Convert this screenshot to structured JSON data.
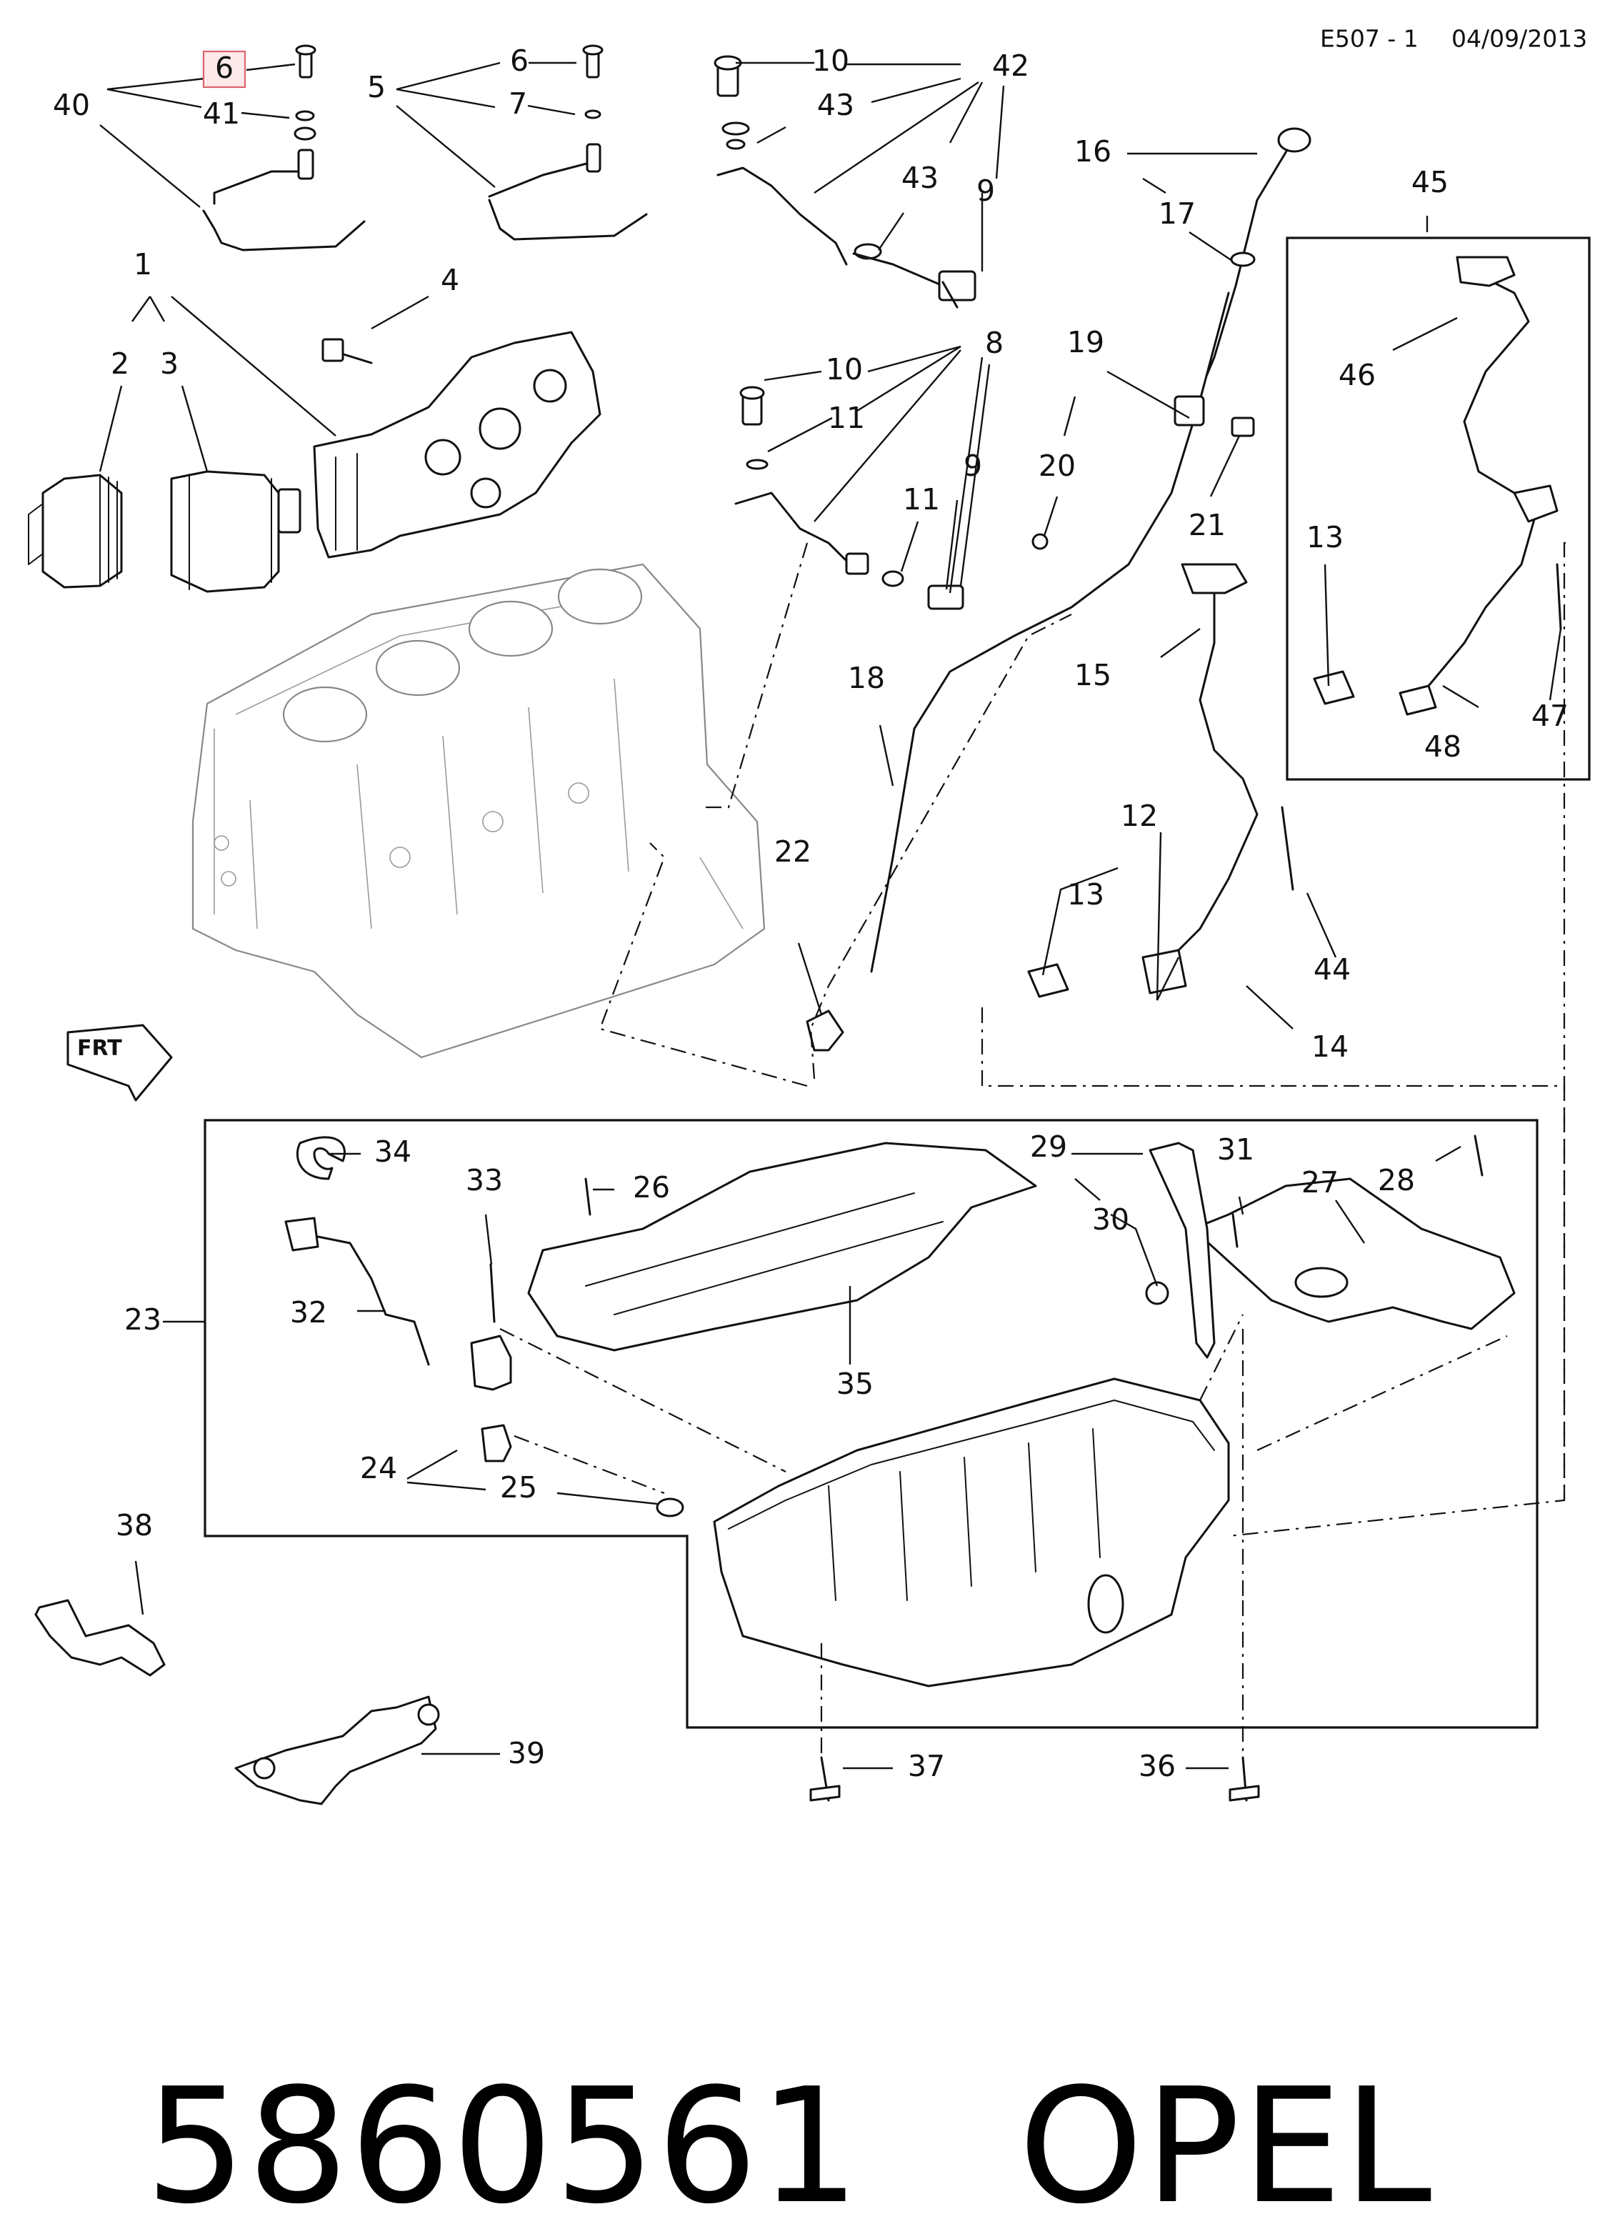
{
  "header": {
    "code": "E507 - 1",
    "date": "04/09/2013"
  },
  "footer": {
    "part_number": "5860561",
    "brand": "OPEL"
  },
  "selected_callout": "6",
  "front_marker": "FRT",
  "callouts": {
    "c1": "1",
    "c2": "2",
    "c3": "3",
    "c4": "4",
    "c5": "5",
    "c6a": "6",
    "c6b": "6",
    "c7": "7",
    "c8": "8",
    "c9a": "9",
    "c9b": "9",
    "c10a": "10",
    "c10b": "10",
    "c11a": "11",
    "c11b": "11",
    "c12": "12",
    "c13a": "13",
    "c13b": "13",
    "c14": "14",
    "c15": "15",
    "c16": "16",
    "c17": "17",
    "c18": "18",
    "c19": "19",
    "c20": "20",
    "c21": "21",
    "c22": "22",
    "c23": "23",
    "c24": "24",
    "c25": "25",
    "c26": "26",
    "c27": "27",
    "c28": "28",
    "c29": "29",
    "c30": "30",
    "c31": "31",
    "c32": "32",
    "c33": "33",
    "c34": "34",
    "c35": "35",
    "c36": "36",
    "c37": "37",
    "c38": "38",
    "c39": "39",
    "c40": "40",
    "c41": "41",
    "c42": "42",
    "c43a": "43",
    "c43b": "43",
    "c44": "44",
    "c45": "45",
    "c46": "46",
    "c47": "47",
    "c48": "48"
  }
}
